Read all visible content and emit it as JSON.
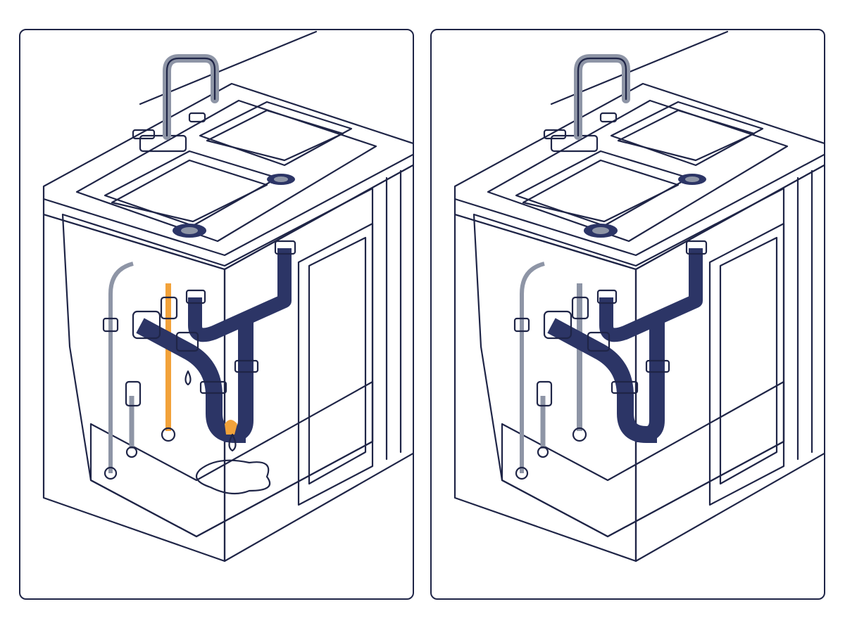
{
  "figure": {
    "panels": [
      {
        "id": "leaking",
        "state": "leaking",
        "leak_color": "#f2a23a",
        "highlight_color": "#e8922e"
      },
      {
        "id": "fixed",
        "state": "repaired"
      }
    ]
  },
  "colors": {
    "outline": "#1f2547",
    "drain_pipe": "#2c3566",
    "supply_pipe": "#8e95a6",
    "cabinet_fill": "#ffffff",
    "floor_tint": "#f4f5fa",
    "leak": "#f2a23a"
  }
}
